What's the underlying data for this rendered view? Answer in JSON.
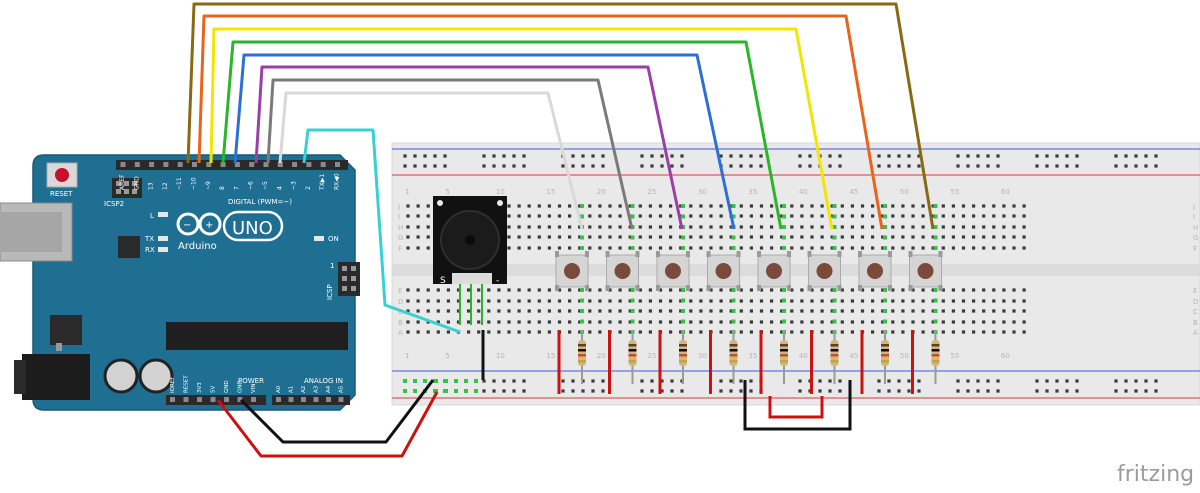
{
  "board": {
    "brand": "Arduino",
    "model": "UNO",
    "reset_label": "RESET",
    "icsp2_label": "ICSP2",
    "icsp_label": "ICSP",
    "digital_label": "DIGITAL (PWM=~)",
    "analog_label": "ANALOG IN",
    "power_label": "POWER",
    "on_label": "ON",
    "l_label": "L",
    "tx_label": "TX",
    "rx_label": "RX",
    "top_pins": [
      "AREF",
      "GND",
      "13",
      "12",
      "~11",
      "~10",
      "~9",
      "8",
      "7",
      "~6",
      "~5",
      "4",
      "~3",
      "2",
      "TX▶1",
      "RX◀0"
    ],
    "bottom_pins": [
      "IOREF",
      "RESET",
      "3V3",
      "5V",
      "GND",
      "GND",
      "VIN",
      "A0",
      "A1",
      "A2",
      "A3",
      "A4",
      "A5"
    ],
    "icsp1_num": "1"
  },
  "breadboard": {
    "row_letters_top": [
      "J",
      "I",
      "H",
      "G",
      "F"
    ],
    "row_letters_bottom": [
      "E",
      "D",
      "C",
      "B",
      "A"
    ],
    "column_numbers": [
      "1",
      "5",
      "10",
      "15",
      "20",
      "25",
      "30",
      "35",
      "40",
      "45",
      "50",
      "55",
      "60"
    ]
  },
  "buzzer": {
    "pin_s": "S",
    "pin_minus": "-"
  },
  "buttons_count": 8,
  "resistors_count": 8,
  "wires": {
    "colors": [
      "#8b6914",
      "#e8641b",
      "#f2e600",
      "#2ab52a",
      "#2c6fd6",
      "#9b3fa7",
      "#7a7a7a",
      "#ffffff",
      "#37d2cf"
    ],
    "power_red": "#cc1111",
    "ground_black": "#111111"
  },
  "watermark": "fritzing"
}
